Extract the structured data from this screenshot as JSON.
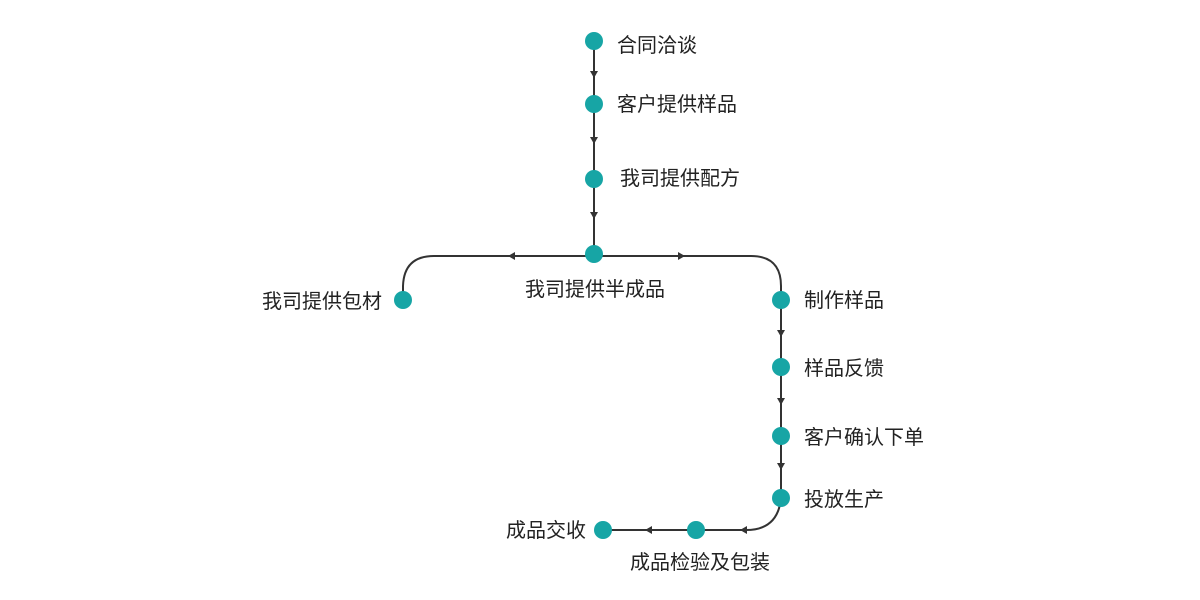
{
  "colors": {
    "node": "#17a5a5",
    "line": "#333333",
    "text": "#222222"
  },
  "steps": {
    "contract": "合同洽谈",
    "customer_sample": "客户提供样品",
    "formula": "我司提供配方",
    "semi_finished": "我司提供半成品",
    "packaging": "我司提供包材",
    "make_sample": "制作样品",
    "feedback": "样品反馈",
    "confirm_order": "客户确认下单",
    "production": "投放生产",
    "inspection": "成品检验及包装",
    "delivery": "成品交收"
  }
}
